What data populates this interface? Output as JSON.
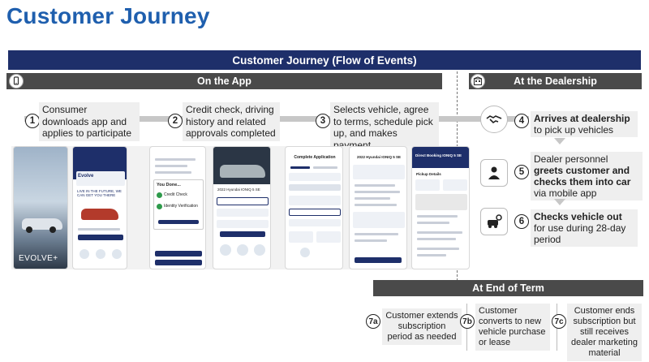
{
  "title": "Customer Journey",
  "banner": "Customer Journey (Flow of Events)",
  "sections": {
    "app": "On the App",
    "dealer": "At the Dealership",
    "end": "At End of Term"
  },
  "app_steps": [
    {
      "num": "1",
      "text": "Consumer downloads app and applies to participate"
    },
    {
      "num": "2",
      "text": "Credit check, driving history and related approvals completed"
    },
    {
      "num": "3",
      "text": "Selects vehicle, agree to terms, schedule pick up, and makes payment"
    }
  ],
  "dealer_steps": [
    {
      "num": "4",
      "bold": "Arrives at dealership",
      "rest": " to pick up vehicles"
    },
    {
      "num": "5",
      "pre": "Dealer personnel ",
      "bold": "greets customer and checks them into car",
      "rest": " via mobile app"
    },
    {
      "num": "6",
      "bold": "Checks vehicle out",
      "rest": " for use during 28-day period"
    }
  ],
  "end_steps": [
    {
      "num": "7a",
      "text": "Customer extends subscription period as needed"
    },
    {
      "num": "7b",
      "text": "Customer converts to new vehicle purchase or lease"
    },
    {
      "num": "7c",
      "text": "Customer ends subscription but still receives dealer marketing material"
    }
  ],
  "screens": {
    "brand": "EVOLVE+",
    "app_heading": "Evolve",
    "app_tagline": "LIVE IN THE FUTURE, WE CAN GET YOU THERE",
    "approval_title": "You Done...",
    "check_items": [
      "Credit Check",
      "Identity Verification"
    ],
    "vehicle_name": "2022 Hyundai IONIQ 5 SE",
    "app_step_title": "Complete Application",
    "summary_title": "2022 Hyundai IONIQ 5 SE",
    "booking_title": "Direct Booking IONIQ 5 SE",
    "pickup_label": "Pickup Details"
  },
  "colors": {
    "title": "#1f5fae",
    "banner": "#1e2f6a",
    "section_bar": "#4a4a4a",
    "box": "#efefef",
    "flow_line": "#c7c7c7"
  },
  "icons": {
    "app": "phone-hand-icon",
    "dealer": "building-icon",
    "step4": "handshake-icon",
    "step5": "person-icon",
    "step6": "car-key-icon"
  }
}
